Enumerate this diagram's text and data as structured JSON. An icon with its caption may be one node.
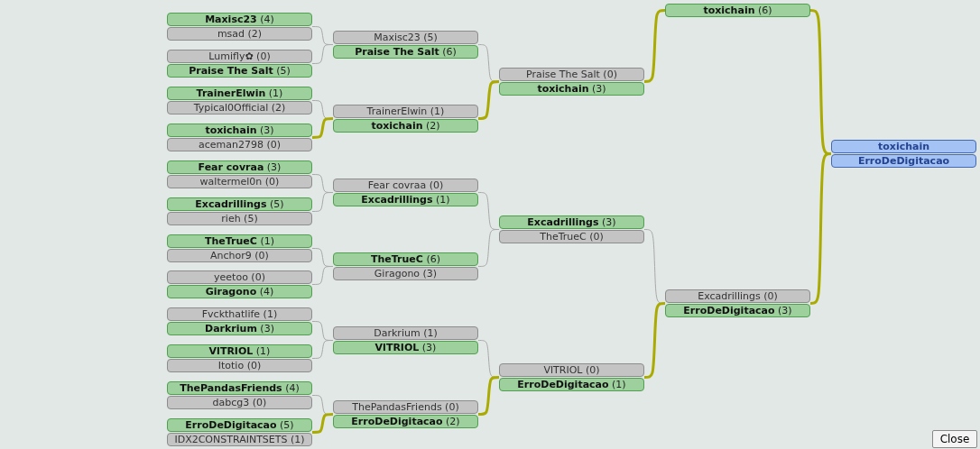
{
  "diagram": {
    "nodes": [
      {
        "text": [
          "**Maxisc23** (4)",
          "msad (2)"
        ]
      },
      {
        "text": [
          "Lumifly✿ (0)",
          "**Praise The Salt** (5)"
        ]
      },
      {
        "text": [
          "**TrainerElwin** (1)",
          "Typical0Official (2)"
        ]
      },
      {
        "text": [
          "**toxichain** (3)",
          "aceman2798 (0)"
        ]
      },
      {
        "text": [
          "**Fear covraa** (3)",
          "waltermel0n (0)"
        ]
      },
      {
        "text": [
          "**Excadrillings** (5)",
          "rieh (5)"
        ]
      },
      {
        "text": [
          "**TheTrueC** (1)",
          "Anchor9 (0)"
        ]
      },
      {
        "text": [
          "yeetoo (0)",
          "**Giragono** (4)"
        ]
      },
      {
        "text": [
          "Fvckthatlife (1)",
          "**Darkrium** (3)"
        ]
      },
      {
        "text": [
          "**VlTRIOL** (1)",
          "Itotio (0)"
        ]
      },
      {
        "text": [
          "**ThePandasFriends** (4)",
          "dabcg3 (0)"
        ]
      },
      {
        "text": [
          "**ErroDeDigitacao** (5)",
          "IDX2CONSTRAINTSETS (1)"
        ]
      },
      {
        "text": [
          "Maxisc23 (5)",
          "**Praise The Salt** (6)"
        ]
      },
      {
        "text": [
          "TrainerElwin (1)",
          "**toxichain** (2)"
        ]
      },
      {
        "text": [
          "Fear covraa (0)",
          "**Excadrillings** (1)"
        ]
      },
      {
        "text": [
          "**TheTrueC** (6)",
          "Giragono (3)"
        ]
      },
      {
        "text": [
          "Darkrium (1)",
          "**VlTRIOL** (3)"
        ]
      },
      {
        "text": [
          "ThePandasFriends (0)",
          "**ErroDeDigitacao** (2)"
        ]
      },
      {
        "text": [
          "Praise The Salt (0)",
          "**toxichain** (3)"
        ]
      },
      {
        "text": [
          "**Excadrillings** (3)",
          "TheTrueC (0)"
        ]
      },
      {
        "text": [
          "VlTRIOL (0)",
          "**ErroDeDigitacao** (1)"
        ]
      },
      {
        "text": [
          "**toxichain** (6)"
        ]
      },
      {
        "text": [
          "Excadrillings (0)",
          "**ErroDeDigitacao** (3)"
        ]
      },
      {
        "text": [
          "toxichain",
          "ErroDeDigitacao"
        ]
      }
    ],
    "edges": [
      {
        "from": 0,
        "to": 12,
        "arrow": "none"
      },
      {
        "from": 1,
        "to": 12,
        "arrow": "none"
      },
      {
        "from": 2,
        "to": 13,
        "arrow": "none"
      },
      {
        "from": 3,
        "to": 13,
        "arrow": "none",
        "style": "thick",
        "color": "#aaaa00"
      },
      {
        "from": 4,
        "to": 14,
        "arrow": "none"
      },
      {
        "from": 5,
        "to": 14,
        "arrow": "none"
      },
      {
        "from": 6,
        "to": 15,
        "arrow": "none"
      },
      {
        "from": 7,
        "to": 15,
        "arrow": "none"
      },
      {
        "from": 8,
        "to": 16,
        "arrow": "none"
      },
      {
        "from": 9,
        "to": 16,
        "arrow": "none"
      },
      {
        "from": 10,
        "to": 17,
        "arrow": "none"
      },
      {
        "from": 11,
        "to": 17,
        "arrow": "none",
        "style": "thick",
        "color": "#aaaa00"
      },
      {
        "from": 12,
        "to": 18,
        "arrow": "none"
      },
      {
        "from": 13,
        "to": 18,
        "arrow": "none",
        "style": "thick",
        "color": "#aaaa00"
      },
      {
        "from": 14,
        "to": 19,
        "arrow": "none"
      },
      {
        "from": 15,
        "to": 19,
        "arrow": "none"
      },
      {
        "from": 16,
        "to": 20,
        "arrow": "none"
      },
      {
        "from": 17,
        "to": 20,
        "arrow": "none",
        "style": "thick",
        "color": "#aaaa00"
      },
      {
        "from": 18,
        "to": 21,
        "arrow": "none",
        "style": "thick",
        "color": "#aaaa00"
      },
      {
        "from": 19,
        "to": 22,
        "arrow": "none"
      },
      {
        "from": 20,
        "to": 22,
        "arrow": "none",
        "style": "thick",
        "color": "#aaaa00"
      },
      {
        "from": 21,
        "to": 23,
        "arrow": "none",
        "style": "thick",
        "color": "#aaaa00"
      },
      {
        "from": 22,
        "to": 23,
        "arrow": "none",
        "style": "thick",
        "color": "#aaaa00"
      }
    ],
    "labels": [
      "Close"
    ]
  }
}
